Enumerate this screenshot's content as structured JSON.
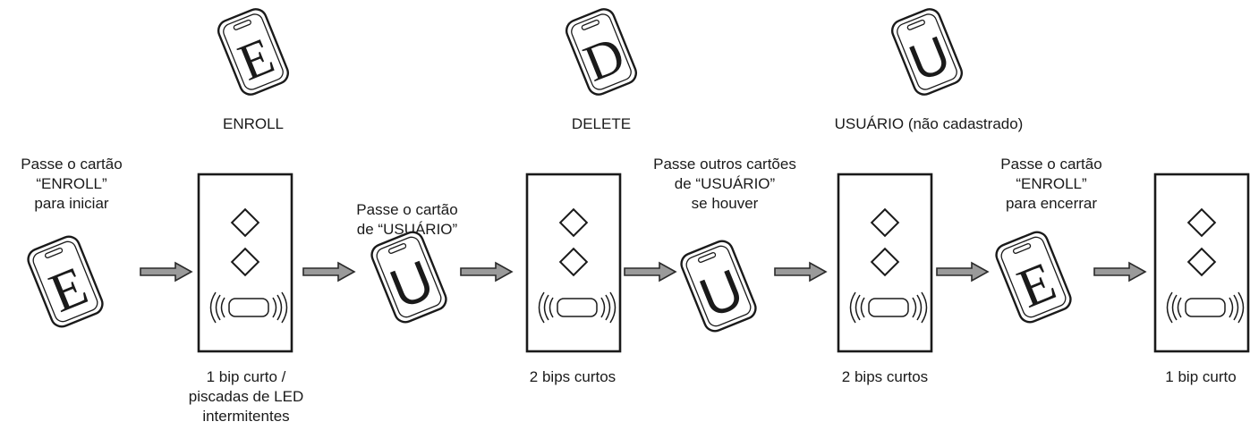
{
  "legend": {
    "enroll": {
      "letter": "E",
      "label": "ENROLL"
    },
    "delete": {
      "letter": "D",
      "label": "DELETE"
    },
    "user": {
      "letter": "U",
      "label": "USUÁRIO (não cadastrado)"
    }
  },
  "steps": [
    {
      "instruction": "Passe o cartão\n“ENROLL”\npara iniciar",
      "card_letter": "E"
    },
    {
      "instruction": "Passe o cartão\nde “USUÁRIO”",
      "card_letter": "U"
    },
    {
      "instruction": "Passe outros cartões\nde “USUÁRIO”\nse houver",
      "card_letter": "U"
    },
    {
      "instruction": "Passe o cartão\n“ENROLL”\npara encerrar",
      "card_letter": "E"
    }
  ],
  "readers": [
    {
      "feedback": "1 bip curto /\npiscadas de LED\nintermitentes"
    },
    {
      "feedback": "2 bips curtos"
    },
    {
      "feedback": "2 bips curtos"
    },
    {
      "feedback": "1 bip curto"
    }
  ],
  "colors": {
    "stroke": "#1a1a1a",
    "arrow_fill": "#9a9a9a",
    "arrow_stroke": "#2a2a2a"
  }
}
